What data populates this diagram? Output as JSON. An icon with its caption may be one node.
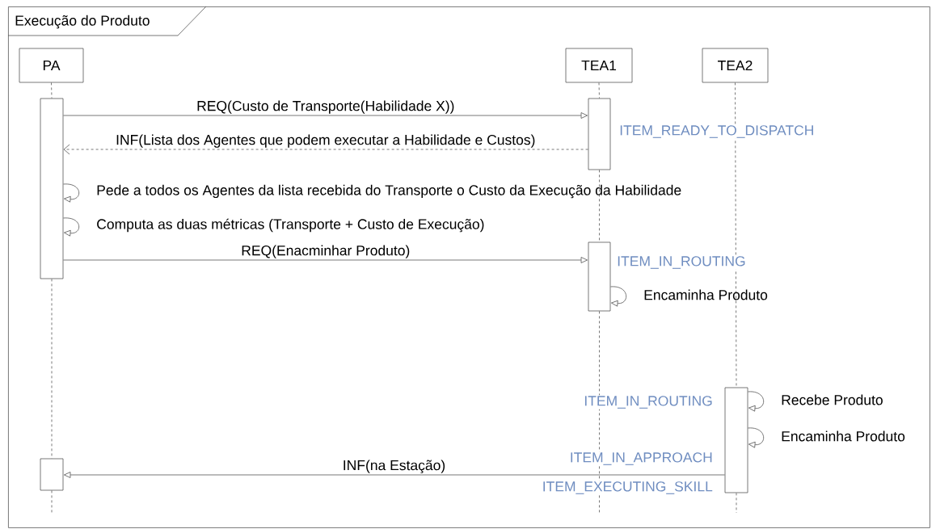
{
  "diagram": {
    "nodes": [
      {
        "text": [
          "Execução do Produto"
        ]
      },
      {
        "text": [
          "PA"
        ],
        "in": 0
      },
      {
        "text": [
          "TEA1"
        ],
        "in": 0
      },
      {
        "text": [
          "TEA2"
        ],
        "in": 0
      },
      {
        "text": [],
        "shape": "box",
        "in": 0
      },
      {
        "text": [],
        "shape": "box",
        "in": 0
      },
      {
        "text": [],
        "shape": "box",
        "in": 0
      },
      {
        "text": [],
        "shape": "box",
        "in": 0
      },
      {
        "text": [],
        "shape": "box",
        "in": 0
      }
    ],
    "edges": [
      {
        "from": 1,
        "to": 4,
        "arrow": "none",
        "style": "dashed"
      },
      {
        "from": 4,
        "to": 8,
        "arrow": "none",
        "style": "dashed"
      },
      {
        "from": 8,
        "to": null,
        "arrow": "none",
        "style": "dashed"
      },
      {
        "from": 2,
        "to": 5,
        "arrow": "none",
        "style": "dashed"
      },
      {
        "from": 5,
        "to": 6,
        "arrow": "none",
        "style": "dashed"
      },
      {
        "from": 6,
        "to": null,
        "arrow": "none",
        "style": "dashed"
      },
      {
        "from": 3,
        "to": 7,
        "arrow": "none",
        "style": "dashed"
      },
      {
        "from": 7,
        "to": null,
        "arrow": "none",
        "style": "dashed"
      },
      {
        "from": 4,
        "to": 5,
        "arrow": "to",
        "label": "REQ(Custo de Transporte(Habilidade X))"
      },
      {
        "from": 5,
        "to": 4,
        "arrow": "to",
        "style": "dashed",
        "label": "INF(Lista dos Agentes que podem executar a Habilidade e Custos)"
      },
      {
        "from": 4,
        "to": 4,
        "arrow": "to",
        "label": "Pede a todos os Agentes da lista recebida do Transporte o Custo da Execução da Habilidade"
      },
      {
        "from": 4,
        "to": 4,
        "arrow": "to",
        "label": "Computa as duas métricas (Transporte + Custo de Execução)"
      },
      {
        "from": 4,
        "to": 6,
        "arrow": "to",
        "label": "REQ(Enacminhar Produto)"
      },
      {
        "from": 6,
        "to": 6,
        "arrow": "to",
        "label": "Encaminha Produto"
      },
      {
        "from": 7,
        "to": 7,
        "arrow": "to",
        "label": "Recebe Produto"
      },
      {
        "from": 7,
        "to": 7,
        "arrow": "to",
        "label": "Encaminha Produto"
      },
      {
        "from": 7,
        "to": 8,
        "arrow": "to",
        "label": "INF(na Estação)"
      }
    ],
    "labels": [
      "ITEM_READY_TO_DISPATCH",
      "ITEM_IN_ROUTING",
      "ITEM_IN_ROUTING",
      "ITEM_IN_APPROACH",
      "ITEM_EXECUTING_SKILL"
    ]
  }
}
